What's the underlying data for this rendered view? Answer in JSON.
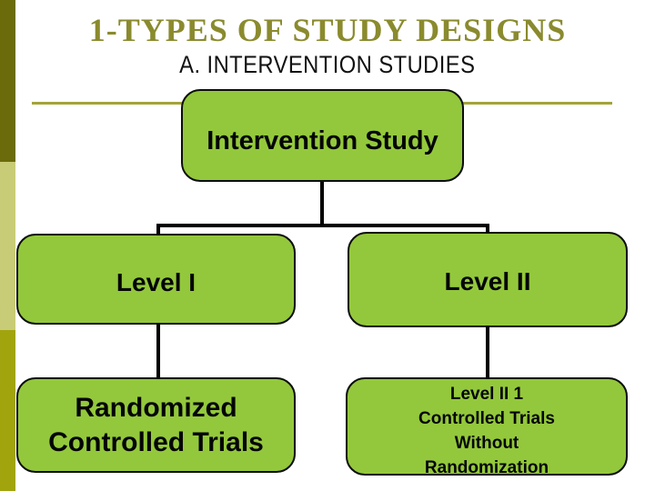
{
  "slide": {
    "title": "1-TYPES OF STUDY DESIGNS",
    "subtitle": "A. INTERVENTION STUDIES"
  },
  "diagram": {
    "type": "hierarchy",
    "nodes": {
      "root": {
        "label": "Intervention Study",
        "lines": [
          "Intervention Study"
        ]
      },
      "level1": {
        "label": "Level I",
        "lines": [
          "Level I"
        ]
      },
      "level2": {
        "label": "Level II",
        "lines": [
          "Level II"
        ]
      },
      "rct": {
        "label": "Randomized Controlled Trials",
        "lines": [
          "Randomized",
          "Controlled Trials"
        ]
      },
      "level2_1": {
        "label": "Level II 1 Controlled Trials Without Randomization",
        "lines": [
          "Level II 1",
          "Controlled Trials",
          "Without",
          "Randomization"
        ]
      }
    },
    "edges": [
      [
        "Intervention Study",
        "Level I"
      ],
      [
        "Intervention Study",
        "Level II"
      ],
      [
        "Level I",
        "Randomized Controlled Trials"
      ],
      [
        "Level II",
        "Level II 1 Controlled Trials Without Randomization"
      ]
    ]
  },
  "colors": {
    "node_fill": "#93c83c",
    "node_border": "#0d0d0d",
    "title_text": "#8a8a2e",
    "accent_line": "#a2a43a",
    "sidebar_top": "#6b6b0c",
    "sidebar_middle": "#c9cc76",
    "sidebar_bottom": "#a2a40e"
  }
}
